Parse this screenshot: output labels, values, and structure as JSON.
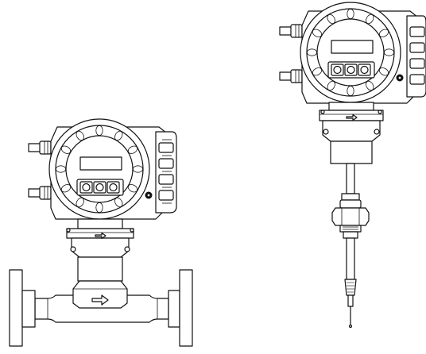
{
  "figure": {
    "views": [
      {
        "id": "flanged-inline-version",
        "parts": [
          "transmitter-housing",
          "display-window",
          "operating-keys",
          "cable-glands",
          "neck-adapter",
          "flow-direction-arrow",
          "measuring-tube",
          "process-flanges"
        ]
      },
      {
        "id": "insertion-probe-version",
        "parts": [
          "transmitter-housing",
          "display-window",
          "operating-keys",
          "cable-glands",
          "neck-adapter",
          "flow-direction-arrow",
          "probe-stem",
          "compression-fitting",
          "sensor-tip"
        ]
      }
    ],
    "line_color": "#111111",
    "background_color": "#ffffff",
    "operating_key_count": 3
  }
}
